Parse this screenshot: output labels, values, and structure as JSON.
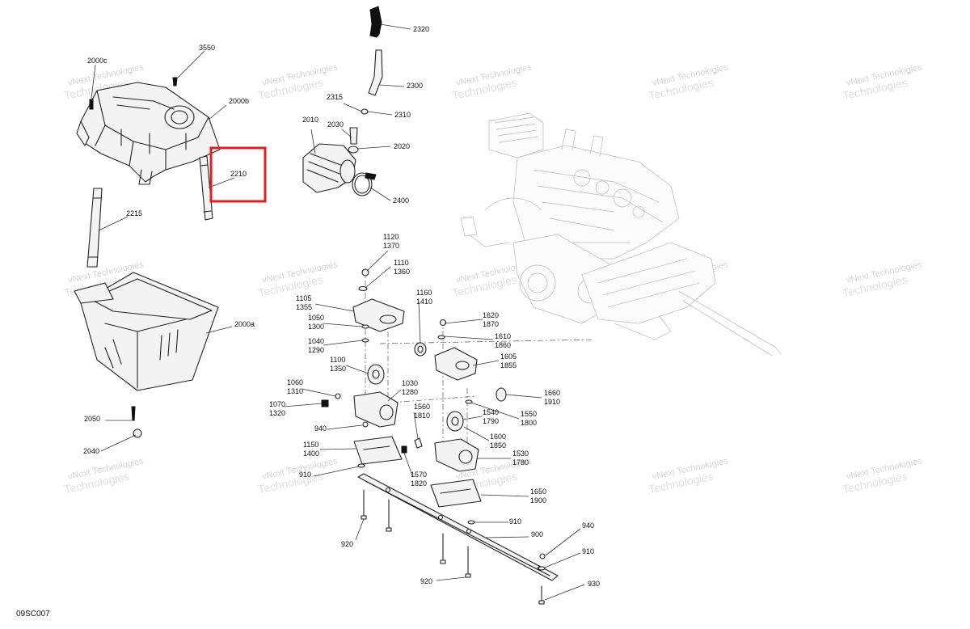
{
  "diagram_code": "09SC007",
  "watermark": {
    "line1": "vNext Technologies",
    "line2": "Technologies"
  },
  "labels": [
    "2000c",
    "3550",
    "2000b",
    "2210",
    "2215",
    "2000a",
    "2050",
    "2040",
    "2320",
    "2300",
    "2315",
    "2310",
    "2010",
    "2030",
    "2020",
    "2400",
    "1120",
    "1370",
    "1110",
    "1360",
    "1105",
    "1355",
    "1160",
    "1410",
    "1050",
    "1300",
    "1040",
    "1290",
    "1620",
    "1870",
    "1610",
    "1860",
    "1605",
    "1855",
    "1100",
    "1350",
    "1060",
    "1310",
    "1030",
    "1280",
    "1660",
    "1910",
    "1070",
    "1320",
    "1560",
    "1810",
    "1540",
    "1790",
    "1550",
    "1800",
    "940",
    "1600",
    "1850",
    "1150",
    "1400",
    "1530",
    "1780",
    "910",
    "1570",
    "1820",
    "1650",
    "1900",
    "910",
    "920",
    "900",
    "940",
    "910",
    "920",
    "930"
  ],
  "highlight_label": "2210",
  "colors": {
    "highlight": "#e02020",
    "line": "#222222",
    "engine": "#c8c8c8"
  }
}
